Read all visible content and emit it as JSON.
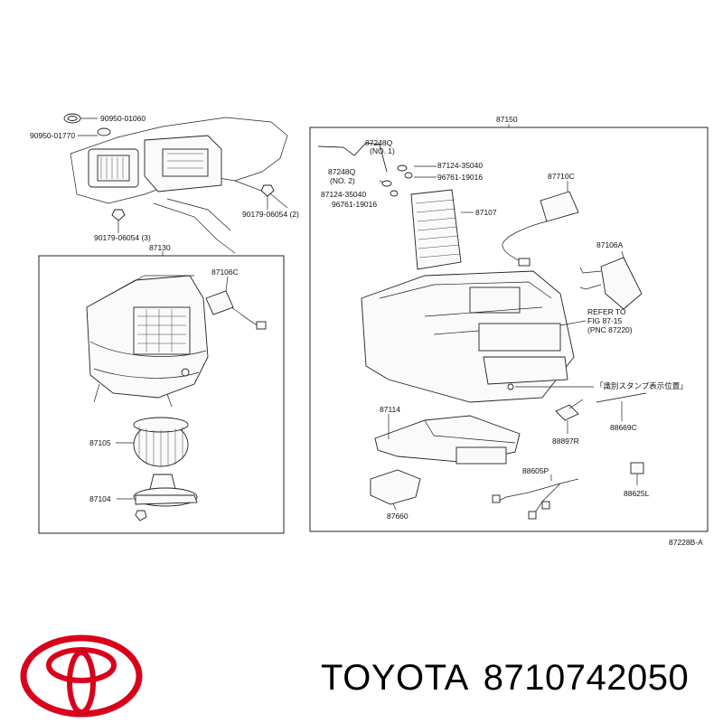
{
  "diagram": {
    "top_labels": {
      "p90950_01060": "90950-01060",
      "p90950_01770": "90950-01770",
      "p90179_06054_3": "90179-06054 (3)",
      "p90179_06054_2": "90179-06054 (2)"
    },
    "left_box": {
      "header": "87130",
      "p87106C": "87106C",
      "p87105": "87105",
      "p87104": "87104"
    },
    "right_box": {
      "header": "87150",
      "p87248Q_no1": "87248Q",
      "no1": "(NO. 1)",
      "p87248Q_no2": "87248Q",
      "no2": "(NO. 2)",
      "p87124_35040_a": "87124-35040",
      "p96761_19016_a": "96761-19016",
      "p87124_35040_b": "87124-35040",
      "p96761_19016_b": "96761-19016",
      "p87107": "87107",
      "p87710C": "87710C",
      "p87106A": "87106A",
      "refer1": "REFER TO",
      "refer2": "FIG 87-15",
      "refer3": "(PNC 87220)",
      "stamp_note": "「識別スタンプ表示位置」",
      "p88669C": "88669C",
      "p87114": "87114",
      "p88897R": "88897R",
      "p88605P": "88605P",
      "p88625L": "88625L",
      "p87660": "87660"
    },
    "figure_code": "87228B-A"
  },
  "brand": {
    "name": "TOYOTA",
    "part_number": "8710742050",
    "logo_color": "#d9001b"
  }
}
